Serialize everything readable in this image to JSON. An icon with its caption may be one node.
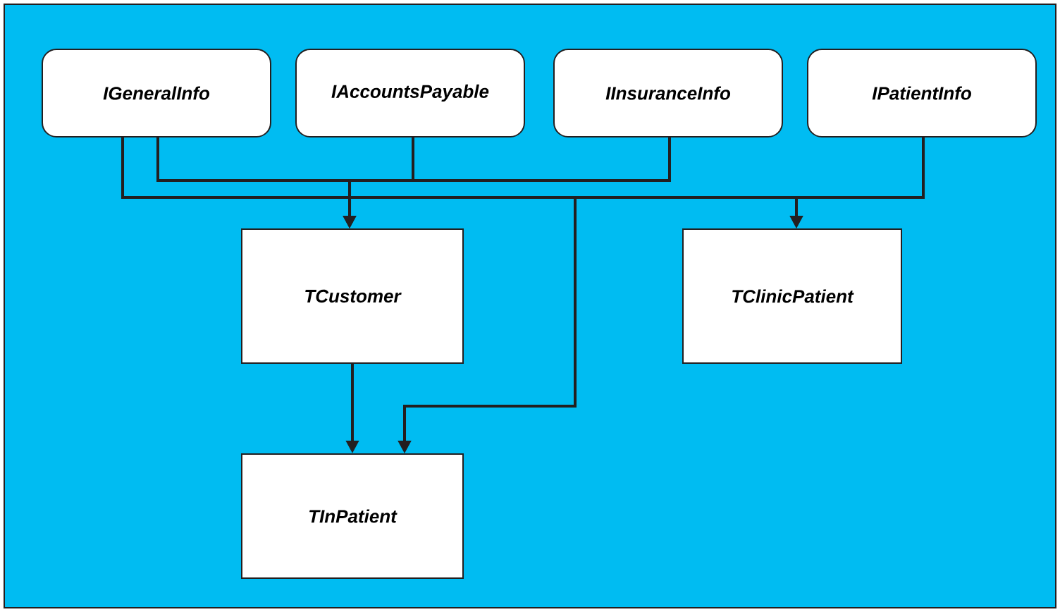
{
  "diagram": {
    "nodes": [
      {
        "text": [
          "IGeneralInfo"
        ]
      },
      {
        "text": [
          "IAccountsPayable"
        ]
      },
      {
        "text": [
          "IInsuranceInfo"
        ]
      },
      {
        "text": [
          "IPatientInfo"
        ]
      },
      {
        "text": [
          "TCustomer"
        ]
      },
      {
        "text": [
          "TClinicPatient"
        ]
      },
      {
        "text": [
          "TInPatient"
        ]
      }
    ],
    "edges": [
      {
        "from": 0,
        "to": 4,
        "arrow": "to"
      },
      {
        "from": 1,
        "to": 4,
        "arrow": "to"
      },
      {
        "from": 2,
        "to": 4,
        "arrow": "to"
      },
      {
        "from": 0,
        "to": 5,
        "arrow": "to"
      },
      {
        "from": 3,
        "to": 5,
        "arrow": "to"
      },
      {
        "from": 0,
        "to": 6,
        "arrow": "to"
      },
      {
        "from": 3,
        "to": 6,
        "arrow": "to"
      },
      {
        "from": 4,
        "to": 6,
        "arrow": "to"
      }
    ]
  }
}
